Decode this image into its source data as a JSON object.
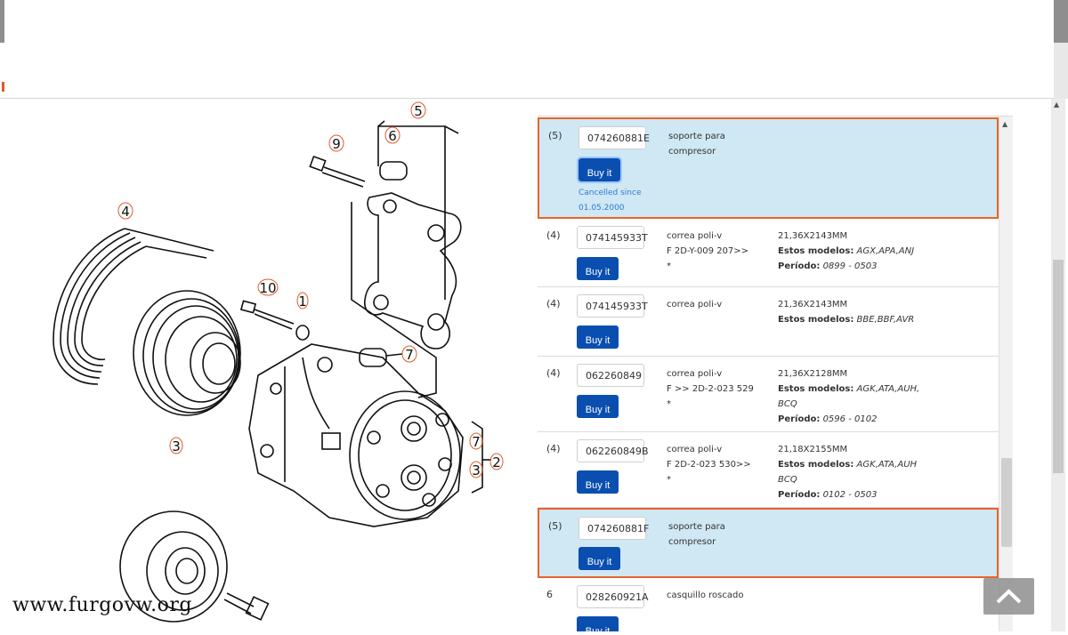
{
  "watermark": "www.furgovw.org",
  "buy_label": "Buy it",
  "rows": [
    {
      "qty": "(5)",
      "part": "074260881E",
      "desc": [
        "soporte para",
        "compresor"
      ],
      "cancelled": [
        "Cancelled since",
        "01.05.2000"
      ]
    },
    {
      "qty": "(4)",
      "part": "074145933T",
      "desc": [
        "correa poli-v",
        "F 2D-Y-009 207>>",
        "*"
      ],
      "info_dim": "21,36X2143MM",
      "models_label": "Estos modelos:",
      "models": "AGX,APA,ANJ",
      "period_label": "Período:",
      "period": "0899 - 0503"
    },
    {
      "qty": "(4)",
      "part": "074145933T",
      "desc": [
        "correa poli-v"
      ],
      "info_dim": "21,36X2143MM",
      "models_label": "Estos modelos:",
      "models": "BBE,BBF,AVR"
    },
    {
      "qty": "(4)",
      "part": "062260849",
      "desc": [
        "correa poli-v",
        "F >> 2D-2-023 529",
        "*"
      ],
      "info_dim": "21,36X2128MM",
      "models_label": "Estos modelos:",
      "models": "AGK,ATA,AUH,",
      "models2": "BCQ",
      "period_label": "Período:",
      "period": "0596 - 0102"
    },
    {
      "qty": "(4)",
      "part": "062260849B",
      "desc": [
        "correa poli-v",
        "F 2D-2-023 530>>",
        "*"
      ],
      "info_dim": "21,18X2155MM",
      "models_label": "Estos modelos:",
      "models": "AGK,ATA,AUH",
      "models2": "BCQ",
      "period_label": "Período:",
      "period": "0102 - 0503"
    },
    {
      "qty": "(5)",
      "part": "074260881F",
      "desc": [
        "soporte para",
        "compresor"
      ]
    },
    {
      "qty": "6",
      "part": "028260921A",
      "desc": [
        "casquillo roscado"
      ]
    }
  ],
  "callouts": [
    "1",
    "2",
    "3",
    "3",
    "4",
    "5",
    "6",
    "7",
    "7",
    "9",
    "10"
  ]
}
